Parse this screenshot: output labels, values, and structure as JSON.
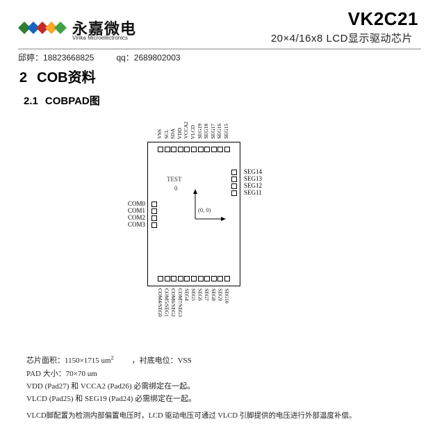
{
  "header": {
    "brand_cn": "永嘉微电",
    "brand_en": "Vinka Microelectronics",
    "model": "VK2C21",
    "subtitle": "20×4/16x8 LCD显示驱动芯片",
    "contact_label": "邱婷：",
    "contact_phone": "18823668825",
    "qq_label": "qq：",
    "qq_number": "2689802003",
    "logo_colors": [
      "#2e7d32",
      "#1565c0",
      "#c62828",
      "#f9a825",
      "#43a047",
      "#6a1b9a"
    ]
  },
  "section": {
    "number": "2",
    "title": "COB资料"
  },
  "subsection": {
    "number": "2.1",
    "title": "COBPAD图"
  },
  "diagram": {
    "top_pins": [
      "VSS",
      "SCL",
      "SDA",
      "VDD",
      "VCCA2",
      "VLCD",
      "SEG19",
      "SEG18",
      "SEG17",
      "SEG16",
      "SEG15"
    ],
    "right_pins": [
      "SEG14",
      "SEG13",
      "SEG12",
      "SEG11"
    ],
    "left_pins": [
      "COM0",
      "COM1",
      "COM2",
      "COM3"
    ],
    "bottom_pins": [
      "COM4/SEG0",
      "COM5/SEG1",
      "COM6/SEG2",
      "COM7/SEG3",
      "SEG4",
      "SEG5",
      "SEG6",
      "SEG7",
      "SEG8",
      "SEG9",
      "SEG10"
    ],
    "test_label": "TEST",
    "test_value": "0",
    "origin_label": "(0, 0)"
  },
  "notes": {
    "chip_size_label": "芯片面积：",
    "chip_size_value": "1150×1715 um",
    "chip_size_exp": "2",
    "substrate": "，衬底电位：VSS",
    "pad_size": "PAD 大小：70×70 um",
    "line3": "VDD (Pad27) 和 VCCA2 (Pad26) 必需绑定在一起。",
    "line4": "VLCD (Pad25) 和 SEG19 (Pad24) 必需绑定在一起。",
    "line5": "VLCD脚配置为检测内部偏置电压时，LCD 驱动电压可通过 VLCD 引脚提供的电压进行外部温度补偿。"
  }
}
